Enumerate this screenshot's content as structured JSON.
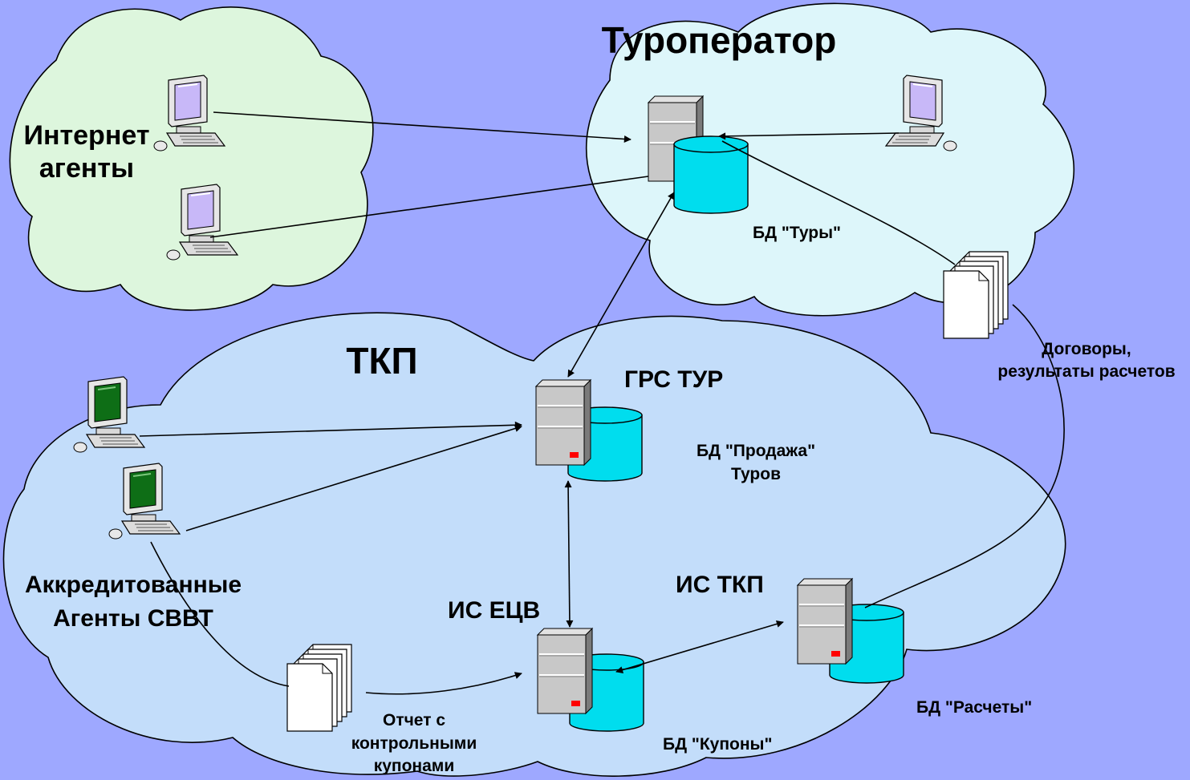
{
  "colors": {
    "background": "#9EA8FF",
    "cloud_internet": "#DDF6DD",
    "cloud_operator": "#DDF6FA",
    "cloud_tkp": "#C3DDFA",
    "db_cylinder": "#00DDEE",
    "server_body": "#C8C8C8",
    "server_led": "#FF0000"
  },
  "groups": {
    "internet": {
      "label_line1": "Интернет",
      "label_line2": "агенты"
    },
    "operator": {
      "label": "Туроператор"
    },
    "tkp": {
      "label": "ТКП"
    },
    "accredited": {
      "label_line1": "Аккредитованные",
      "label_line2": "Агенты СВВТ"
    }
  },
  "nodes": {
    "grs_tur": {
      "label": "ГРС ТУР"
    },
    "is_ecv": {
      "label": "ИС ЕЦВ"
    },
    "is_tkp": {
      "label": "ИС ТКП"
    }
  },
  "databases": {
    "tury": {
      "label": "БД \"Туры\""
    },
    "prodazha": {
      "label_line1": "БД \"Продажа\"",
      "label_line2": "Туров"
    },
    "kupony": {
      "label": "БД \"Купоны\""
    },
    "raschety": {
      "label": "БД \"Расчеты\""
    }
  },
  "documents": {
    "contracts": {
      "label_line1": "Договоры,",
      "label_line2": "результаты расчетов"
    },
    "report": {
      "label_line1": "Отчет с",
      "label_line2": "контрольными",
      "label_line3": "купонами"
    }
  },
  "icons": [
    "computer-icon",
    "server-icon",
    "database-icon",
    "document-stack-icon",
    "cloud-icon",
    "arrow-icon"
  ]
}
